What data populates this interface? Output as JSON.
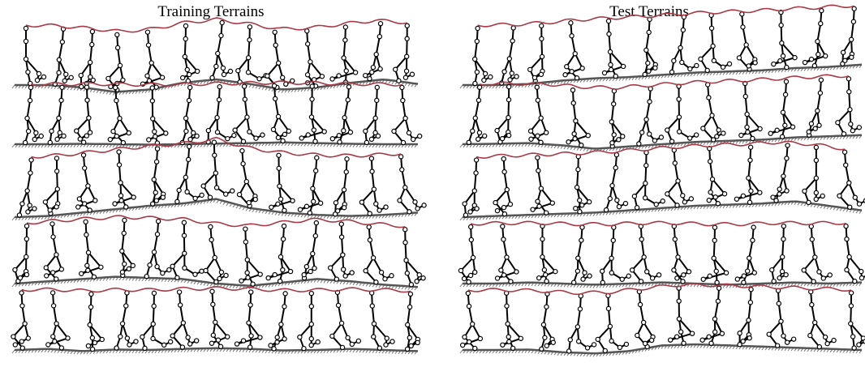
{
  "panels": [
    {
      "title": "Training Terrains",
      "strips": [
        {
          "terrain": [
            0.0,
            0.0,
            -0.1,
            -0.3,
            -0.2,
            0.1,
            0.25,
            0.05,
            -0.2,
            -0.1,
            0.1,
            0.25,
            0.05
          ],
          "figures": 13
        },
        {
          "terrain": [
            0.0,
            0.0,
            0.02,
            0.0,
            -0.02,
            0.0,
            0.03,
            0.05,
            0.08,
            0.05,
            0.02,
            0.0,
            0.0
          ],
          "figures": 13
        },
        {
          "terrain": [
            0.0,
            0.05,
            0.2,
            0.35,
            0.5,
            0.6,
            0.8,
            0.4,
            0.2,
            0.1,
            0.05,
            0.1,
            0.2
          ],
          "figures": 13
        },
        {
          "terrain": [
            0.0,
            0.1,
            0.2,
            0.3,
            0.25,
            0.2,
            0.0,
            -0.1,
            0.05,
            0.2,
            0.1,
            -0.05,
            -0.15
          ],
          "figures": 13
        },
        {
          "terrain": [
            0.0,
            0.05,
            -0.05,
            0.02,
            0.0,
            0.05,
            0.08,
            0.05,
            -0.02,
            0.0,
            0.05,
            0.0,
            -0.05
          ],
          "figures": 13
        }
      ]
    },
    {
      "title": "Test Terrains",
      "strips": [
        {
          "terrain": [
            0.0,
            0.0,
            0.05,
            0.2,
            0.3,
            0.35,
            0.45,
            0.55,
            0.6,
            0.65,
            0.75,
            0.8,
            0.9
          ],
          "figures": 12
        },
        {
          "terrain": [
            0.0,
            0.02,
            0.05,
            -0.05,
            -0.2,
            -0.1,
            0.0,
            0.1,
            0.15,
            0.2,
            0.3,
            0.35,
            0.4
          ],
          "figures": 12
        },
        {
          "terrain": [
            0.0,
            0.05,
            0.1,
            0.15,
            0.2,
            0.3,
            0.4,
            0.5,
            0.55,
            0.6,
            0.7,
            0.5,
            0.3
          ],
          "figures": 12
        },
        {
          "terrain": [
            0.0,
            0.0,
            0.05,
            0.0,
            -0.05,
            0.0,
            0.05,
            0.0,
            -0.05,
            0.0,
            0.05,
            0.0,
            0.05
          ],
          "figures": 12
        },
        {
          "terrain": [
            0.0,
            0.0,
            0.02,
            -0.1,
            -0.15,
            -0.05,
            0.2,
            0.25,
            0.2,
            0.15,
            0.1,
            0.05,
            0.0
          ],
          "figures": 12
        }
      ]
    }
  ],
  "colors": {
    "terrain": "#555555",
    "hatch": "#777777",
    "skeleton": "#000000",
    "joint_fill": "#ffffff",
    "head_trajectory": "#a83a48"
  }
}
